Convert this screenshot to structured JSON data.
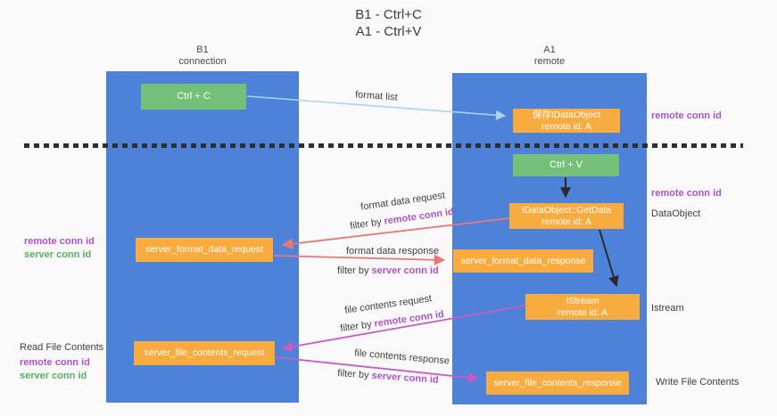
{
  "title": {
    "line1": "B1 - Ctrl+C",
    "line2": "A1 - Ctrl+V"
  },
  "columns": {
    "left": {
      "name": "B1",
      "subtitle": "connection"
    },
    "right": {
      "name": "A1",
      "subtitle": "remote"
    }
  },
  "boxes": {
    "ctrl_c": {
      "label": "Ctrl + C"
    },
    "ctrl_v": {
      "label": "Ctrl + V"
    },
    "save_dataobject": {
      "line1": "保存IDataObject",
      "line2": "remote id: A"
    },
    "getdata": {
      "line1": "IDataObject::GetData",
      "line2": "remote id: A"
    },
    "istream": {
      "line1": "IStream",
      "line2": "remote id: A"
    },
    "format_request": {
      "label": "server_format_data_request"
    },
    "format_response": {
      "label": "server_format_data_response"
    },
    "file_request": {
      "label": "server_file_contents_request"
    },
    "file_response": {
      "label": "server_file_contents_response"
    }
  },
  "flows": {
    "format_list": {
      "label": "format list"
    },
    "format_request": {
      "label": "format data request",
      "filter_prefix": "filter by",
      "filter_key": "remote conn id"
    },
    "format_response": {
      "label": "format data response",
      "filter_prefix": "filter by",
      "filter_key": "server conn id"
    },
    "file_request": {
      "label": "file contents request",
      "filter_prefix": "filter by",
      "filter_key": "remote conn id"
    },
    "file_response": {
      "label": "file contents response",
      "filter_prefix": "filter by",
      "filter_key": "server conn id"
    }
  },
  "side_labels": {
    "right_remote_1": "remote conn id",
    "right_remote_2": "remote conn id",
    "dataobject": "DataObject",
    "istream": "Istream",
    "write_file": "Write File Contents",
    "left_format": {
      "remote": "remote conn id",
      "server": "server conn id"
    },
    "left_file": {
      "title": "Read File Contents",
      "remote": "remote conn id",
      "server": "server conn id"
    }
  },
  "colors": {
    "column_blue": "#4d82d8",
    "box_green": "#75c078",
    "box_orange": "#f8ac40",
    "arrow_light_blue": "#a9d3ee",
    "arrow_red": "#e87878",
    "arrow_magenta": "#c65cc6",
    "arrow_black": "#2b2b2b",
    "label_purple": "#ad53c8",
    "label_green": "#58b05e"
  }
}
